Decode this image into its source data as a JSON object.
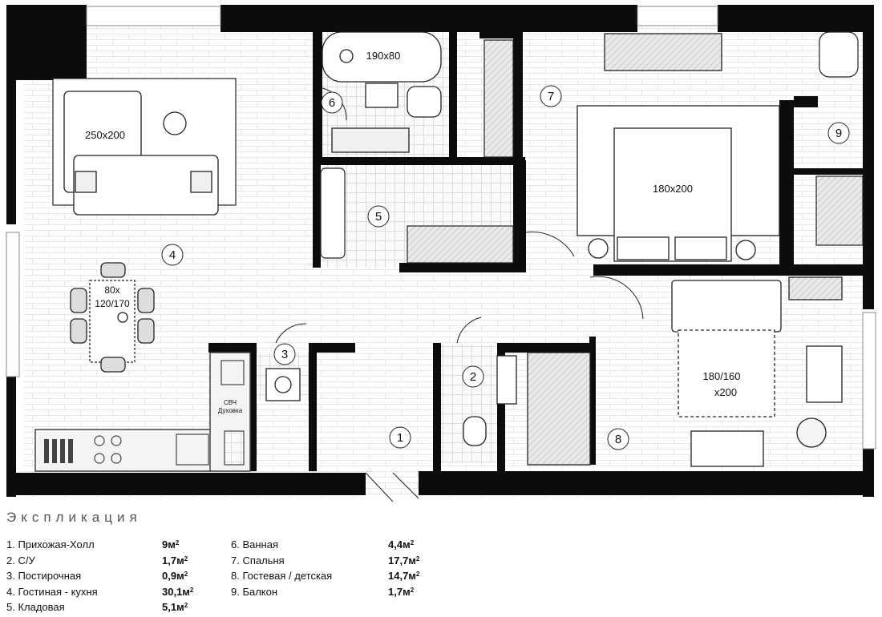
{
  "plan": {
    "bed_labels": {
      "sofa": "250x200",
      "bath": "190x80",
      "bed_main": "180x200",
      "table_line1": "80x",
      "table_line2": "120/170",
      "bed_guest_line1": "180/160",
      "bed_guest_line2": "x200"
    },
    "room_numbers": [
      "1",
      "2",
      "3",
      "4",
      "5",
      "6",
      "7",
      "8",
      "9"
    ],
    "appliance_label_line1": "СВЧ",
    "appliance_label_line2": "Духовка"
  },
  "legend": {
    "title": "Экспликация",
    "unit": "м",
    "unit_sup": "2",
    "rooms": [
      {
        "label": "1. Прихожая-Холл",
        "area": "9"
      },
      {
        "label": "2. С/У",
        "area": "1,7"
      },
      {
        "label": "3. Постирочная",
        "area": "0,9"
      },
      {
        "label": "4. Гостиная - кухня",
        "area": "30,1"
      },
      {
        "label": "5. Кладовая",
        "area": "5,1"
      },
      {
        "label": "6. Ванная",
        "area": "4,4"
      },
      {
        "label": "7. Спальня",
        "area": "17,7"
      },
      {
        "label": "8. Гостевая / детская",
        "area": "14,7"
      },
      {
        "label": "9. Балкон",
        "area": "1,7"
      }
    ]
  }
}
